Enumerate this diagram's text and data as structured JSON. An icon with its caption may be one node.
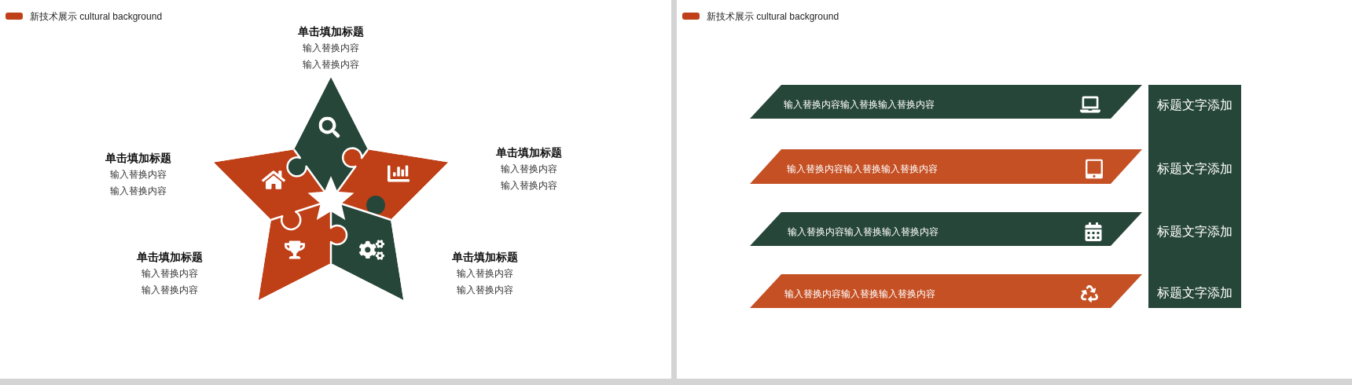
{
  "diagram": {
    "nodes": [
      {
        "text": [
          "输入替换内容输入替换输入替换内容"
        ]
      },
      {
        "text": [
          "输入替换内容输入替换输入替换内容"
        ]
      },
      {
        "text": [
          "输入替换内容输入替换输入替换内容"
        ]
      },
      {
        "text": [
          "输入替换内容输入替换输入替换内容"
        ]
      },
      {
        "text": [
          "标题文字添加",
          "标题文字添加",
          "标题文字添加",
          "标题文字添加"
        ]
      }
    ],
    "labels": [
      "新技术展示 cultural background",
      "单击填加标题",
      "输入替换内容",
      "输入替换内容",
      "单击填加标题",
      "输入替换内容",
      "输入替换内容",
      "单击填加标题",
      "输入替换内容",
      "输入替换内容",
      "单击填加标题",
      "输入替换内容",
      "输入替换内容",
      "单击填加标题",
      "输入替换内容",
      "输入替换内容",
      "新技术展示 cultural background"
    ]
  }
}
